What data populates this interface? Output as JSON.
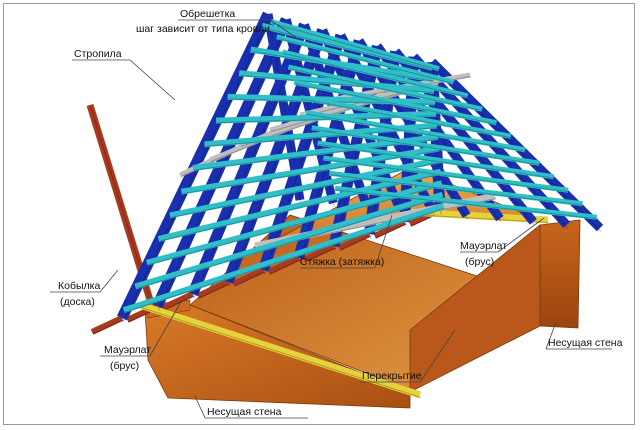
{
  "labels": {
    "batten_title": "Обрешетка",
    "batten_note": "шаг зависит от типа кровли",
    "rafters": "Стропила",
    "kobylka_1": "Кобылка",
    "kobylka_2": "(доска)",
    "mauerlat_left_1": "Мауэрлат",
    "mauerlat_left_2": "(брус)",
    "mauerlat_right_1": "Мауэрлат",
    "mauerlat_right_2": "(брус)",
    "tie": "Стяжка (затяжка)",
    "floor": "Перекрытие",
    "wall_right": "Несущая стена",
    "wall_bottom": "Несущая стена"
  },
  "colors": {
    "rafter": "#1a2fb0",
    "batten": "#2fbfc8",
    "kobylka": "#a83a20",
    "mauerlat": "#e6d23a",
    "tie": "#bfbfbf",
    "wall": "#c8691e",
    "floor": "#d9822b",
    "gable": "#e08d33"
  }
}
